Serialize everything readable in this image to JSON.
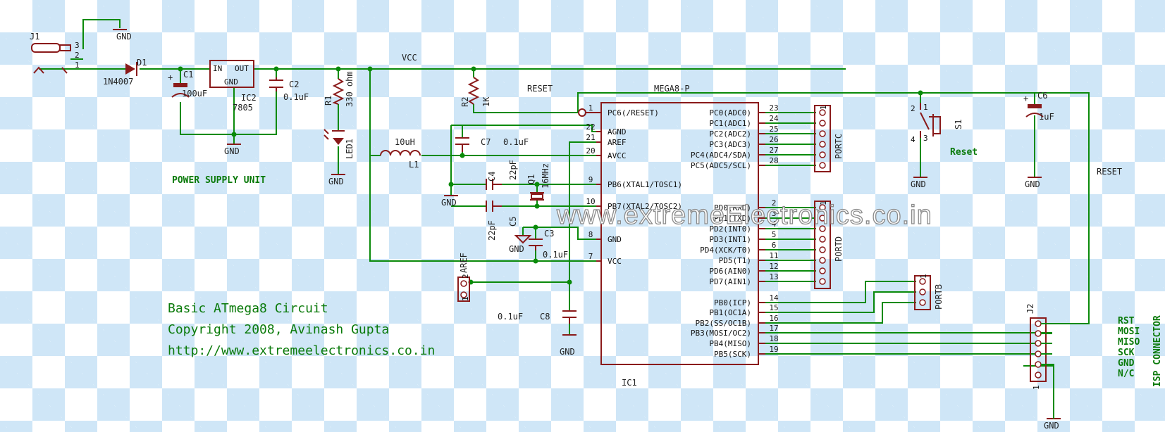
{
  "components": {
    "j1": {
      "ref": "J1",
      "pins": [
        "3",
        "2",
        "1"
      ]
    },
    "d1": {
      "ref": "D1",
      "value": "1N4007"
    },
    "c1": {
      "ref": "C1",
      "value": "100uF"
    },
    "ic2": {
      "ref": "IC2",
      "value": "7805",
      "pin_in": "IN",
      "pin_out": "OUT",
      "pin_gnd": "GND"
    },
    "c2": {
      "ref": "C2",
      "value": "0.1uF"
    },
    "r1": {
      "ref": "R1",
      "value": "330 ohm"
    },
    "led1": {
      "ref": "LED1"
    },
    "r2": {
      "ref": "R2",
      "value": "1K"
    },
    "l1": {
      "ref": "L1",
      "value": "10uH"
    },
    "c7": {
      "ref": "C7",
      "value": "0.1uF"
    },
    "c4": {
      "ref": "C4",
      "value": "22pF"
    },
    "c5": {
      "ref": "C5",
      "value": "22pF"
    },
    "q1": {
      "ref": "Q1",
      "value": "16MHz"
    },
    "c3": {
      "ref": "C3",
      "value": "0.1uF"
    },
    "c8": {
      "ref": "C8",
      "value": "0.1uF"
    },
    "aref": {
      "ref": "AREF",
      "pin1": "1",
      "pin2": "2"
    },
    "s1": {
      "ref": "S1",
      "value": "Reset",
      "pins": [
        "1",
        "2",
        "3",
        "4"
      ]
    },
    "c6": {
      "ref": "C6",
      "value": "1uF"
    },
    "j2": {
      "ref": "J2",
      "pin": "1"
    },
    "portc": {
      "ref": "PORTC",
      "pin": "1"
    },
    "portd": {
      "ref": "PORTD",
      "pin": "1"
    },
    "portb": {
      "ref": "PORTB",
      "pin": "1"
    }
  },
  "nets": {
    "vcc": "VCC",
    "reset_top": "RESET",
    "reset_right": "RESET",
    "gnd": "GND"
  },
  "mcu": {
    "name": "MEGA8-P",
    "ref": "IC1",
    "left_pins": [
      {
        "num": "1",
        "name": "PC6(/RESET)"
      },
      {
        "num": "22",
        "name": "AGND"
      },
      {
        "num": "21",
        "name": "AREF"
      },
      {
        "num": "20",
        "name": "AVCC"
      },
      {
        "num": "9",
        "name": "PB6(XTAL1/TOSC1)"
      },
      {
        "num": "10",
        "name": "PB7(XTAL2/TOSC2)"
      },
      {
        "num": "8",
        "name": "GND"
      },
      {
        "num": "7",
        "name": "VCC"
      }
    ],
    "right_pins": [
      {
        "num": "23",
        "name": "PC0(ADC0)"
      },
      {
        "num": "24",
        "name": "PC1(ADC1)"
      },
      {
        "num": "25",
        "name": "PC2(ADC2)"
      },
      {
        "num": "26",
        "name": "PC3(ADC3)"
      },
      {
        "num": "27",
        "name": "PC4(ADC4/SDA)"
      },
      {
        "num": "28",
        "name": "PC5(ADC5/SCL)"
      },
      {
        "num": "2",
        "name": "PD0(RXD)"
      },
      {
        "num": "3",
        "name": "PD1(TXD)"
      },
      {
        "num": "4",
        "name": "PD2(INT0)"
      },
      {
        "num": "5",
        "name": "PD3(INT1)"
      },
      {
        "num": "6",
        "name": "PD4(XCK/T0)"
      },
      {
        "num": "11",
        "name": "PD5(T1)"
      },
      {
        "num": "12",
        "name": "PD6(AIN0)"
      },
      {
        "num": "13",
        "name": "PD7(AIN1)"
      },
      {
        "num": "14",
        "name": "PB0(ICP)"
      },
      {
        "num": "15",
        "name": "PB1(OC1A)"
      },
      {
        "num": "16",
        "name": "PB2(SS/OC1B)"
      },
      {
        "num": "17",
        "name": "PB3(MOSI/OC2)"
      },
      {
        "num": "18",
        "name": "PB4(MISO)"
      },
      {
        "num": "19",
        "name": "PB5(SCK)"
      }
    ]
  },
  "labels": {
    "power_supply": "POWER SUPPLY UNIT",
    "title_line1": "Basic ATmega8 Circuit",
    "title_line2": "Copyright 2008, Avinash Gupta",
    "title_line3": "http://www.extremeelectronics.co.in",
    "isp_title": "ISP CONNECTOR",
    "isp_signals": [
      "RST",
      "MOSI",
      "MISO",
      "SCK",
      "GND",
      "N/C"
    ]
  },
  "watermark": {
    "text": "www.extremeElectronics.co.in"
  },
  "colors": {
    "wire": "#0a8a0a",
    "component": "#8a1a1a",
    "label_green": "#0a7a0a",
    "background_checker": "#cfe6f7"
  }
}
